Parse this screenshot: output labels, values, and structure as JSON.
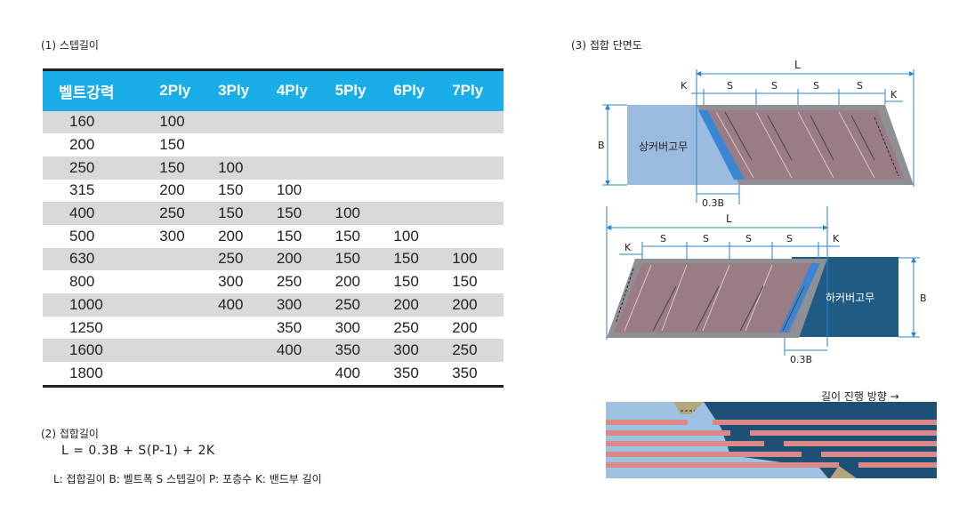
{
  "section1": {
    "title": "(1) 스텝길이"
  },
  "table": {
    "headers": [
      "벨트강력",
      "2Ply",
      "3Ply",
      "4Ply",
      "5Ply",
      "6Ply",
      "7Ply"
    ],
    "rows": [
      [
        "160",
        "100",
        "",
        "",
        "",
        "",
        ""
      ],
      [
        "200",
        "150",
        "",
        "",
        "",
        "",
        ""
      ],
      [
        "250",
        "150",
        "100",
        "",
        "",
        "",
        ""
      ],
      [
        "315",
        "200",
        "150",
        "100",
        "",
        "",
        ""
      ],
      [
        "400",
        "250",
        "150",
        "150",
        "100",
        "",
        ""
      ],
      [
        "500",
        "300",
        "200",
        "150",
        "150",
        "100",
        ""
      ],
      [
        "630",
        "",
        "250",
        "200",
        "150",
        "150",
        "100"
      ],
      [
        "800",
        "",
        "300",
        "250",
        "200",
        "150",
        "150"
      ],
      [
        "1000",
        "",
        "400",
        "300",
        "250",
        "200",
        "200"
      ],
      [
        "1250",
        "",
        "",
        "350",
        "300",
        "250",
        "200"
      ],
      [
        "1600",
        "",
        "",
        "400",
        "350",
        "300",
        "250"
      ],
      [
        "1800",
        "",
        "",
        "",
        "400",
        "350",
        "350"
      ]
    ]
  },
  "section2": {
    "title": "(2) 접합길이",
    "formula": "L = 0.3B + S(P-1) + 2K",
    "legend": "L: 접합길이  B: 벨트폭   S 스텝길이  P: 포층수  K: 밴드부 길이"
  },
  "section3": {
    "title": "(3) 접합 단면도",
    "top_diagram": {
      "L": "L",
      "K_left": "K",
      "K_right": "K",
      "S": "S",
      "B": "B",
      "label": "상커버고무",
      "dim": "0.3B"
    },
    "bottom_diagram": {
      "L": "L",
      "K_left": "K",
      "K_right": "K",
      "S": "S",
      "B": "B",
      "label": "하커버고무",
      "dim": "0.3B"
    },
    "direction": "길이 진행 방향 →"
  },
  "colors": {
    "header_blue": "#1aaee8",
    "stripe_gray": "#d9d9db",
    "ply_mauve": "#9a7d84",
    "upper_cover": "#9bbbe0",
    "lower_cover": "#1f5b82",
    "accent_blue": "#3a86d4",
    "dim_line": "#2c86c9"
  }
}
